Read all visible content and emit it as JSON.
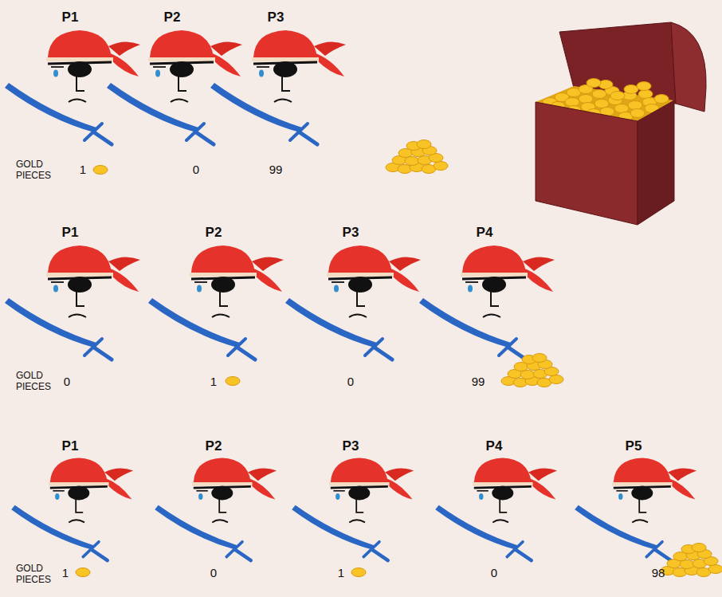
{
  "diagram": {
    "labels": [
      "P1",
      "P2",
      "P3",
      "GOLD PIECES",
      "1",
      "0",
      "99",
      "P1",
      "P2",
      "P3",
      "P4",
      "GOLD PIECES",
      "0",
      "1",
      "0",
      "99",
      "P1",
      "P2",
      "P3",
      "P4",
      "P5",
      "GOLD PIECES",
      "1",
      "0",
      "1",
      "0",
      "98"
    ]
  }
}
